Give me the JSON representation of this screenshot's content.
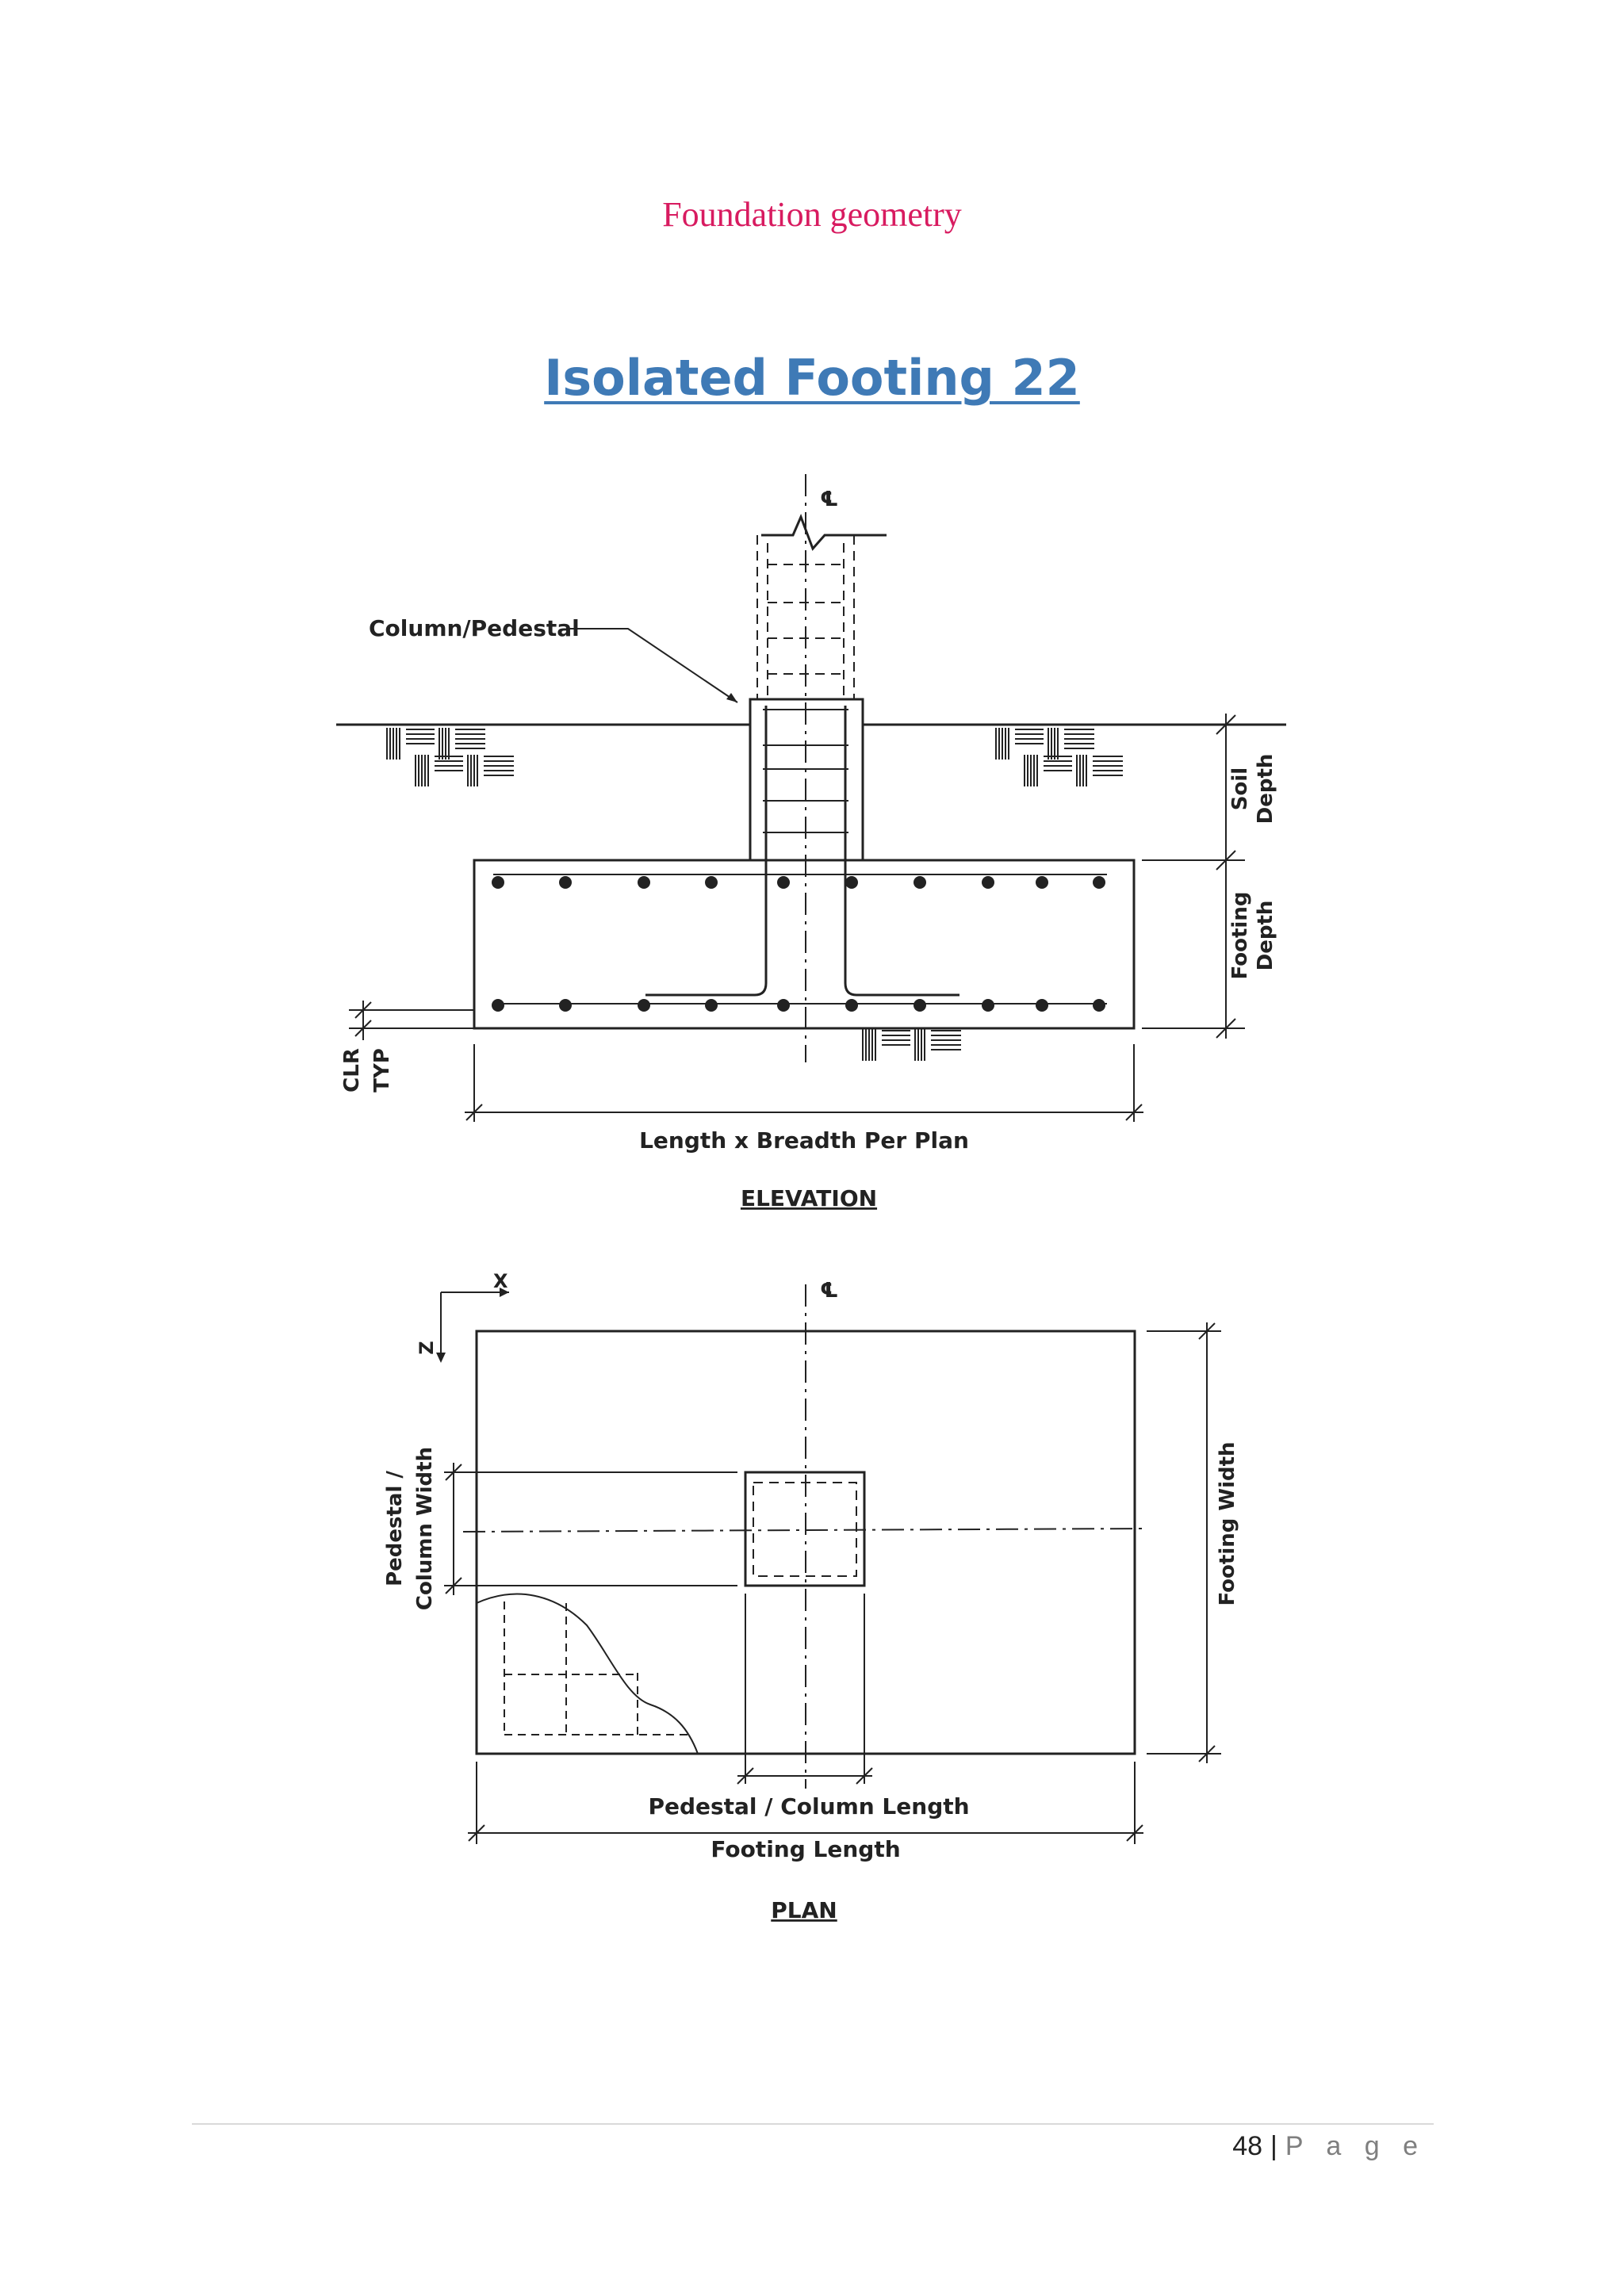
{
  "document": {
    "section_heading": "Foundation geometry",
    "title": "Isolated Footing 22",
    "page_number": "48",
    "page_separator": "|",
    "page_word": "P a g e",
    "colors": {
      "heading": "#d81b60",
      "title": "#3f7ab6",
      "line": "#222222"
    }
  },
  "elevation": {
    "centerline_symbol": "℄",
    "column_pedestal_label": "Column/Pedestal",
    "soil_label_line1": "Soil",
    "soil_label_line2": "Depth",
    "footing_label_line1": "Footing",
    "footing_label_line2": "Depth",
    "clr_label_line1": "CLR",
    "clr_label_line2": "TYP",
    "length_label": "Length x Breadth Per Plan",
    "view_title": "ELEVATION"
  },
  "plan": {
    "axis_x": "X",
    "axis_z": "Z",
    "centerline_symbol": "℄",
    "pedestal_width_line1": "Pedestal /",
    "pedestal_width_line2": "Column Width",
    "footing_width_label": "Footing Width",
    "pedestal_length_label": "Pedestal / Column Length",
    "footing_length_label": "Footing Length",
    "view_title": "PLAN"
  }
}
